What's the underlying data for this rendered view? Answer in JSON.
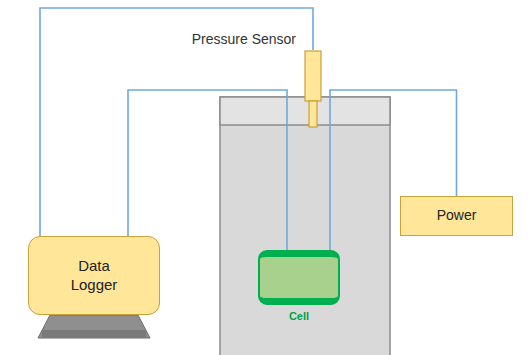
{
  "diagram": {
    "nodes": [
      {
        "text": [
          "Pressure Sensor"
        ]
      },
      {
        "text": [
          "Power"
        ]
      },
      {
        "text": [
          "Data Logger"
        ]
      },
      {
        "text": [
          "Cell"
        ]
      }
    ],
    "edges": [
      {
        "from": 2,
        "to": 0,
        "arrow": "none"
      },
      {
        "from": 2,
        "to": 3,
        "arrow": "none"
      },
      {
        "from": 3,
        "to": 1,
        "arrow": "none"
      }
    ]
  }
}
